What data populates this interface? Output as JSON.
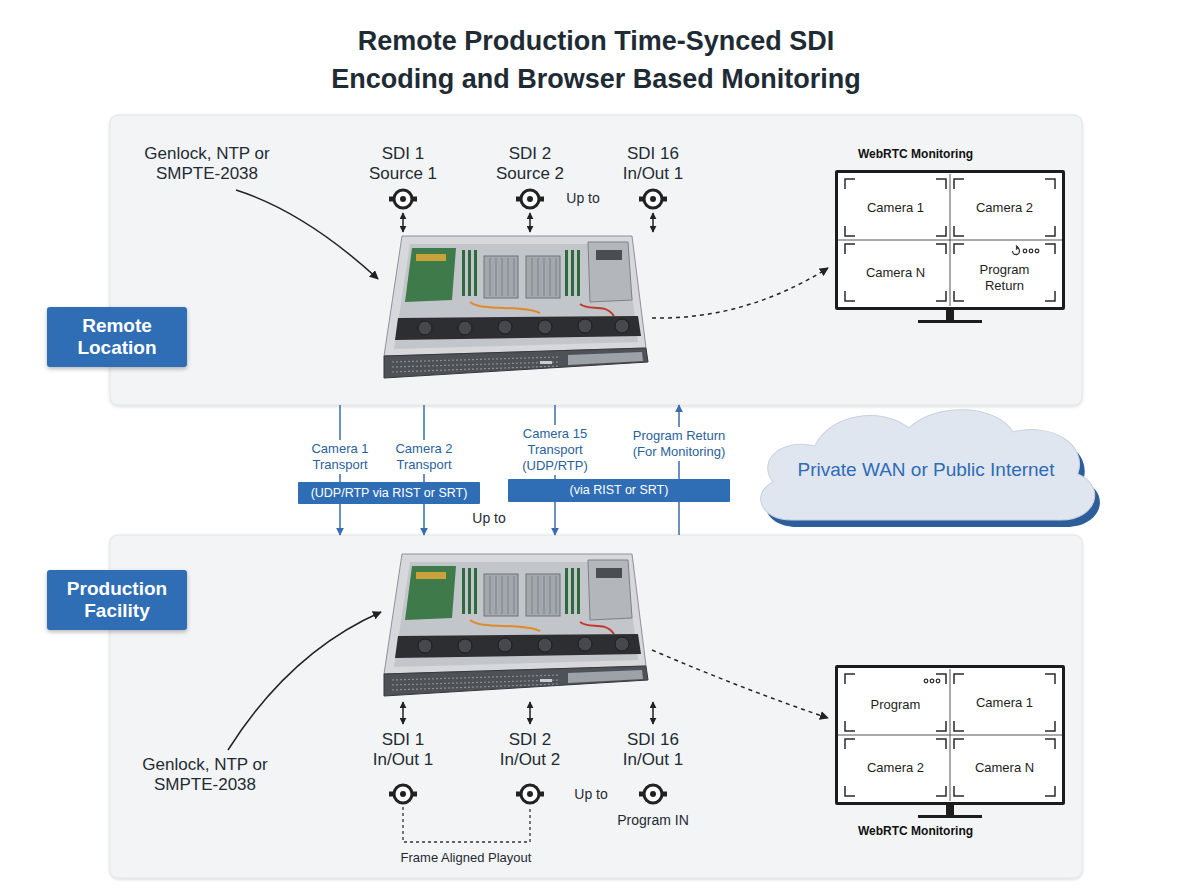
{
  "diagram": {
    "title": "Remote Production Time-Synced SDI Encoding and Browser Based Monitoring",
    "nodes": [
      {
        "text": [
          "Remote Location"
        ]
      },
      {
        "text": [
          "WebRTC Monitoring"
        ],
        "in": 0
      },
      {
        "text": [
          "Camera 1"
        ],
        "in": 1
      },
      {
        "text": [
          "Camera 2"
        ],
        "in": 1
      },
      {
        "text": [
          "Camera N"
        ],
        "in": 1
      },
      {
        "text": [
          "Program Return"
        ],
        "in": 1
      },
      {
        "text": [
          "(UDP/RTP via RIST or SRT)"
        ]
      },
      {
        "text": [
          "(via RIST or SRT)"
        ]
      },
      {
        "text": [
          "Private WAN or Public Internet"
        ]
      },
      {
        "text": [
          "Production Facility"
        ]
      },
      {
        "text": [
          "WebRTC Monitoring"
        ],
        "in": 9
      },
      {
        "text": [
          "Program"
        ],
        "in": 10
      },
      {
        "text": [
          "Camera 1"
        ],
        "in": 10
      },
      {
        "text": [
          "Camera 2"
        ],
        "in": 10
      },
      {
        "text": [
          "Camera N"
        ],
        "in": 10
      }
    ],
    "edges": [
      {
        "from": 0,
        "to": 6,
        "label": "Camera 1 Transport",
        "arrow": "none"
      },
      {
        "from": 6,
        "to": 9,
        "arrow": "to"
      },
      {
        "from": 0,
        "to": 6,
        "label": "Camera 2 Transport",
        "arrow": "none"
      },
      {
        "from": 6,
        "to": 9,
        "arrow": "to"
      },
      {
        "from": 0,
        "to": 7,
        "label": "Camera 15 Transport (UDP/RTP)",
        "arrow": "none"
      },
      {
        "from": 7,
        "to": 9,
        "arrow": "to"
      },
      {
        "from": 9,
        "to": 7,
        "arrow": "none"
      },
      {
        "from": 7,
        "to": 0,
        "label": "Program Return (For Monitoring)",
        "arrow": "to"
      }
    ],
    "labels": [
      "Genlock, NTP or SMPTE-2038",
      "SDI 1 Source 1",
      "SDI 2 Source 2",
      "Up to",
      "SDI 16 In/Out 1",
      "Up to",
      "Genlock, NTP or SMPTE-2038",
      "SDI 1 In/Out 1",
      "SDI 2 In/Out 2",
      "Up to",
      "SDI 16 In/Out 1",
      "Program IN",
      "Frame Aligned Playout"
    ]
  }
}
